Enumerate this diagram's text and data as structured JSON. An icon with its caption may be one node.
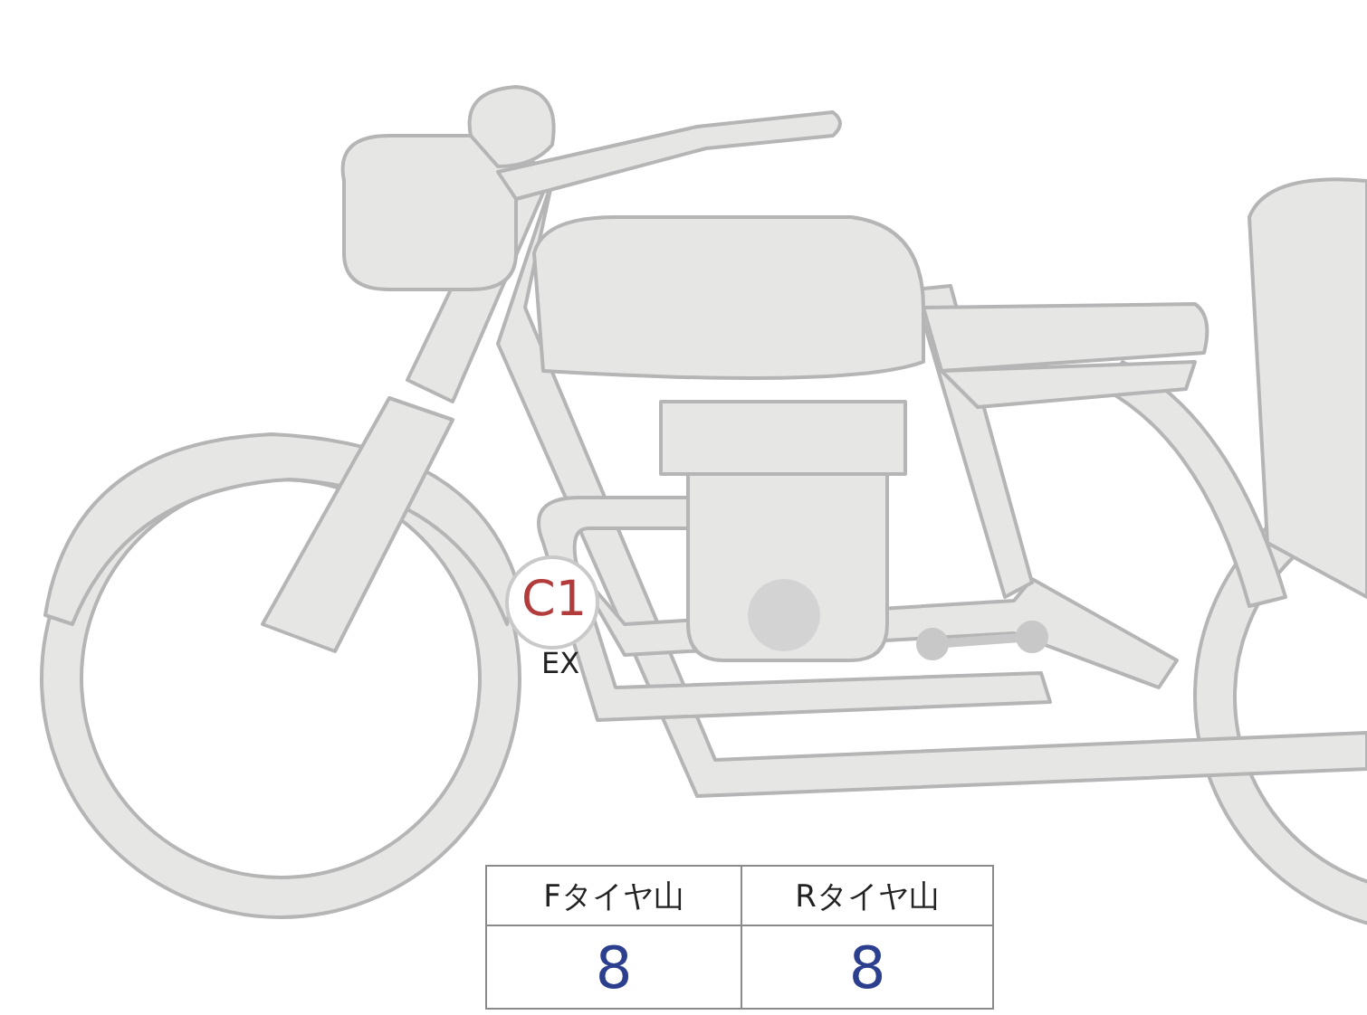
{
  "diagram": {
    "nodes": [
      {
        "text": [
          "C1"
        ],
        "beside": [
          "EX"
        ]
      }
    ],
    "labels": [
      "Fタイヤ山",
      "Rタイヤ山",
      "8",
      "8"
    ]
  }
}
